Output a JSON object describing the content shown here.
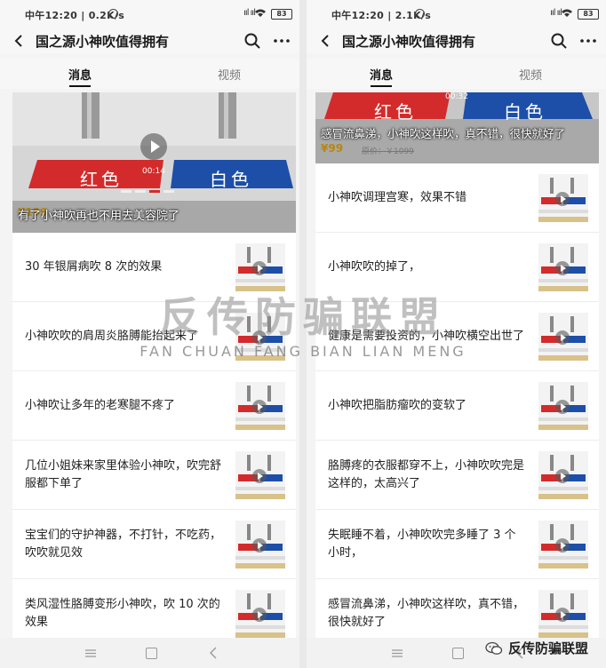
{
  "left": {
    "status": {
      "time": "中午12:20 | 0.2K/s",
      "battery": "83"
    },
    "nav": {
      "title": "国之源小神吹值得拥有"
    },
    "tabs": [
      "消息",
      "视频"
    ],
    "hero": {
      "label_red": "红色",
      "label_blue": "白色",
      "duration": "00:14",
      "caption": "有了小神吹再也不用去美容院了",
      "price": "¥199"
    },
    "items": [
      "30 年银屑病吹 8 次的效果",
      "小神吹吹的肩周炎胳膊能抬起来了",
      "小神吹让多年的老寒腿不疼了",
      "几位小姐妹来家里体验小神吹，吹完舒服都下单了",
      "宝宝们的守护神器，不打针，不吃药，吹吹就见效",
      "类风湿性胳膊变形小神吹，吹 10 次的效果"
    ]
  },
  "right": {
    "status": {
      "time": "中午12:20 | 2.1K/s",
      "battery": "83"
    },
    "nav": {
      "title": "国之源小神吹值得拥有"
    },
    "tabs": [
      "消息",
      "视频"
    ],
    "hero": {
      "label_red": "红色",
      "label_blue": "白色",
      "duration": "00:32",
      "caption": "感冒流鼻涕，小神吹这样吹，真不错，很快就好了",
      "price": "¥99",
      "old_price": "原价：￥1099"
    },
    "items": [
      "小神吹调理宫寒，效果不错",
      "小神吹吹的掉了，",
      "健康是需要投资的，小神吹横空出世了",
      "小神吹把脂肪瘤吹的变软了",
      "胳膊疼的衣服都穿不上，小神吹吹完是这样的，太高兴了",
      "失眠睡不着，小神吹吹完多睡了 3 个小时，",
      "感冒流鼻涕，小神吹这样吹，真不错，很快就好了"
    ]
  },
  "watermark": {
    "cn": "反传防骗联盟",
    "en": "FAN CHUAN FANG BIAN LIAN MENG"
  },
  "brand": "反传防骗联盟",
  "colors": {
    "red": "#d32b2b",
    "blue": "#1d4fa8",
    "price": "#b8860b"
  }
}
